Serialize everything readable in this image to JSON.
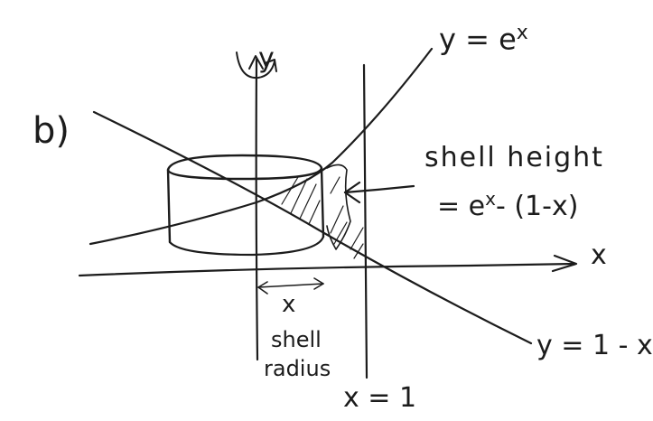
{
  "part_label": "b)",
  "labels": {
    "y_axis": "y",
    "x_axis": "x",
    "curve_exp": "y = e^x",
    "curve_exp_base": "y = e",
    "curve_exp_power": "x",
    "line_one_minus_x": "y = 1 - x",
    "vertical_line": "x = 1",
    "shell_height_title": "shell height",
    "shell_height_formula_lhs": "= e",
    "shell_height_formula_power": "x",
    "shell_height_formula_rhs": "- (1-x)",
    "radius_value": "x",
    "shell_radius_line1": "shell",
    "shell_radius_line2": "radius"
  },
  "colors": {
    "ink": "#1c1c1c",
    "paper": "#ffffff"
  }
}
